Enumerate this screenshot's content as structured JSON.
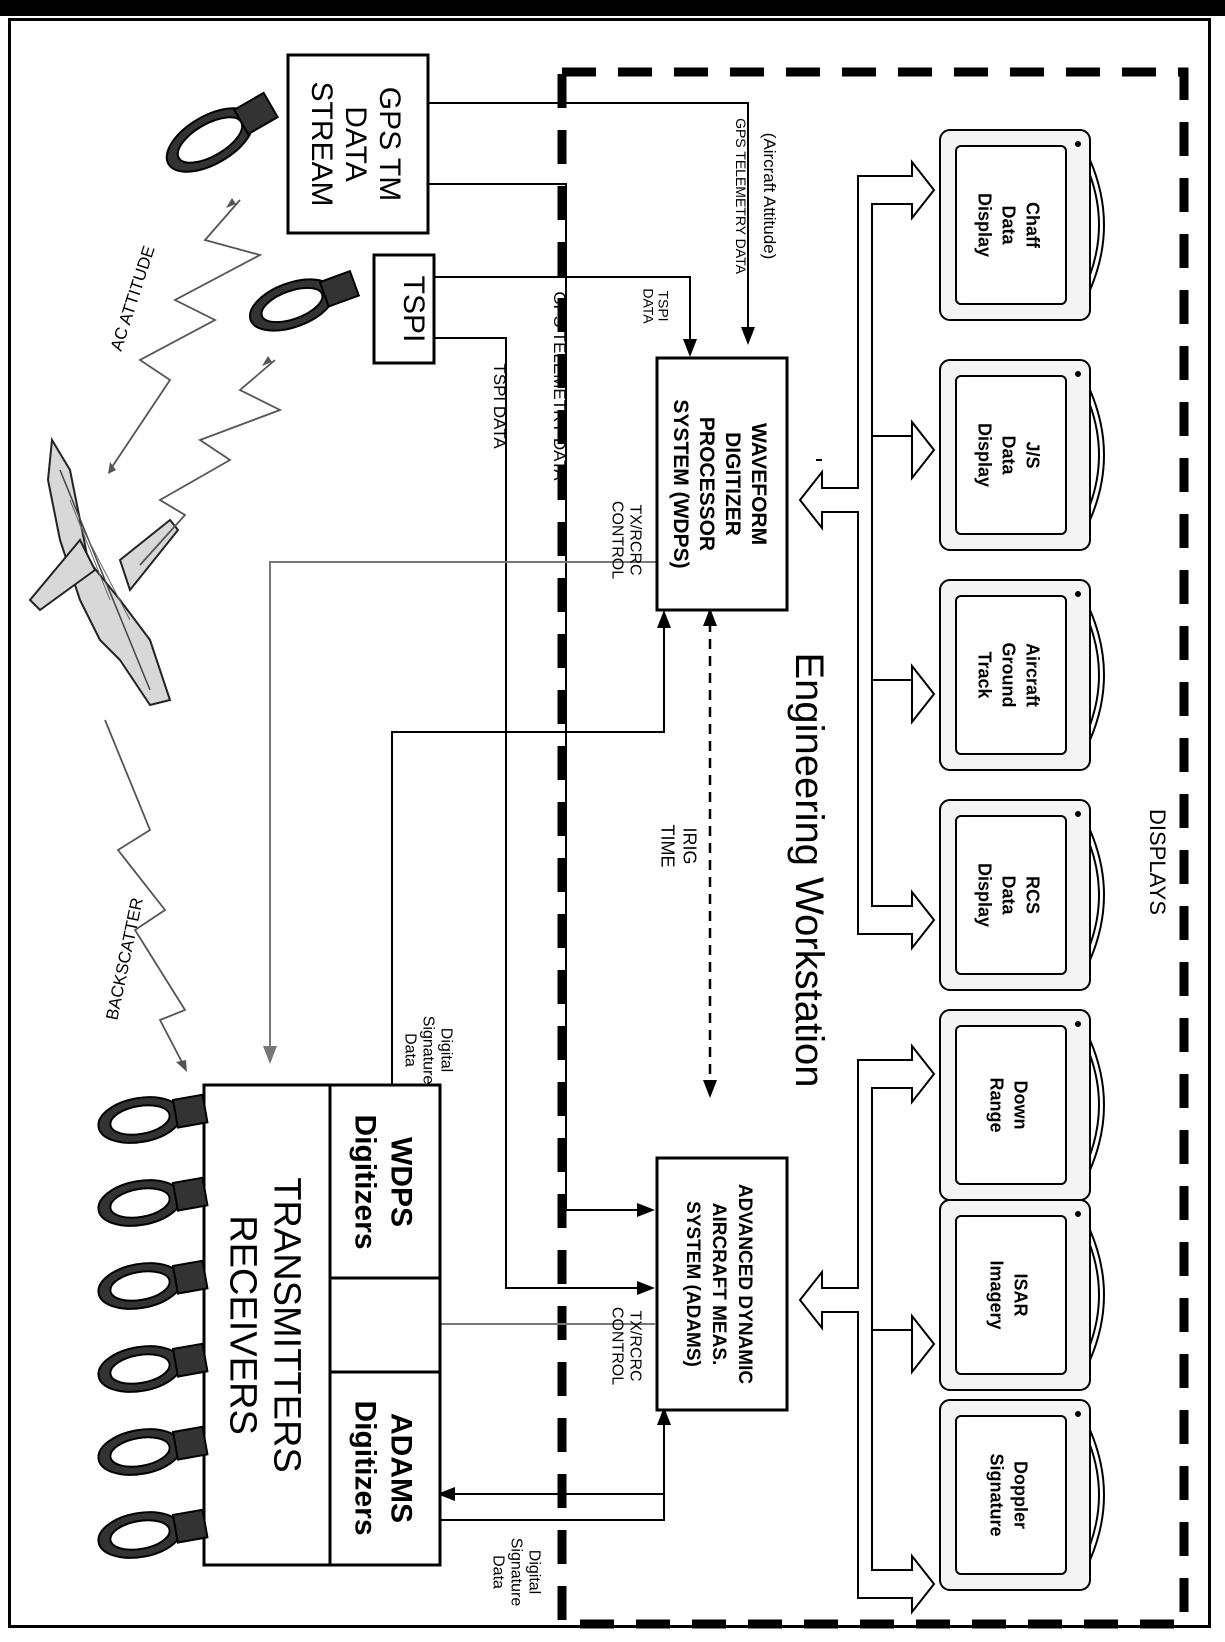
{
  "labels": {
    "gps_tm": "GPS TM DATA STREAM",
    "tspi": "TSPI",
    "ac_attitude": "AC ATTITUDE",
    "backscatter": "BACKSCATTER",
    "transmitters_receivers": "TRANSMITTERS RECEIVERS",
    "wdps_digitizers": "WDPS Digitizers",
    "adams_digitizers": "ADAMS Digitizers",
    "digital_signature_data_1": "Digital Signature Data",
    "digital_signature_data_2": "Digital Signature Data",
    "tspi_data": "TSPI DATA",
    "gps_telemetry_data": "GPS TELEMETRY DATA",
    "tx_rcrc_control_1": "TX/RCRC CONTROL",
    "tx_rcrc_control_2": "TX/RCRC CONTROL",
    "tspi_data_small": "TSPI DATA",
    "gps_telemetry_data_small": "GPS TELEMETRY DATA",
    "aircraft_attitude": "(Aircraft Attitude)",
    "wdps": "WAVEFORM DIGITIZER PROCESSOR SYSTEM (WDPS)",
    "adams": "ADVANCED DYNAMIC AIRCRAFT MEAS. SYSTEM (ADAMS)",
    "irig_time": "IRIG TIME",
    "engineering_workstation": "Engineering Workstation",
    "displays": "DISPLAYS"
  },
  "displays": [
    "Chaff Data Display",
    "J/S Data Display",
    "Aircraft Ground Track",
    "RCS Data Display",
    "Down Range",
    "ISAR Imagery",
    "Doppler Signature"
  ]
}
